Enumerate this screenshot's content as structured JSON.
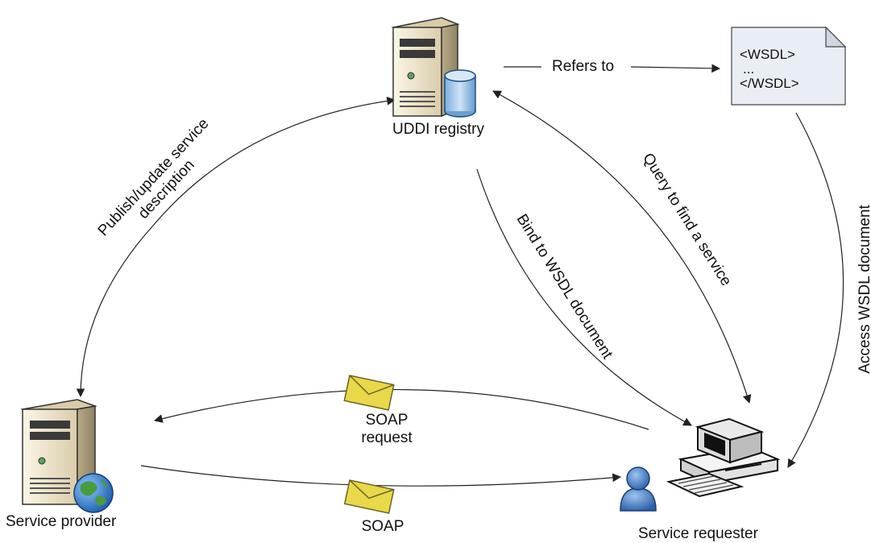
{
  "nodes": {
    "uddi_registry": "UDDI registry",
    "service_provider": "Service provider",
    "service_requester": "Service requester"
  },
  "wsdl_doc": {
    "line1": "<WSDL>",
    "line2": "...",
    "line3": "</WSDL>"
  },
  "edges": {
    "refers_to": "Refers to",
    "publish_line1": "Publish/update service",
    "publish_line2": "description",
    "bind": "Bind to WSDL document",
    "query": "Query to find a service",
    "access": "Access WSDL document",
    "soap_request_line1": "SOAP",
    "soap_request_line2": "request",
    "soap_response": "SOAP"
  },
  "colors": {
    "line": "#222222",
    "server_body": "#e9dfc4",
    "doc_fill": "#e8eef3",
    "envelope": "#e8d84a",
    "globe": "#2c6fc1",
    "person": "#3a6fb8"
  },
  "icons": [
    "server-icon",
    "database-icon",
    "globe-icon",
    "document-icon",
    "envelope-icon",
    "computer-icon",
    "person-icon"
  ]
}
